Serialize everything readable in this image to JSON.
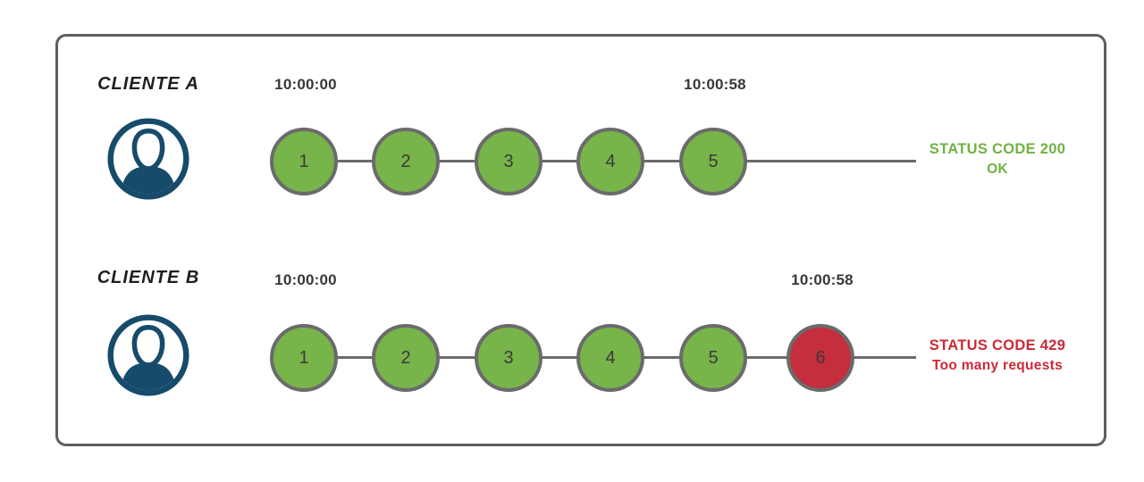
{
  "colors": {
    "green": "#77b44a",
    "red": "#c52e3d",
    "green-text": "#6fb342",
    "red-text": "#cc2936",
    "node-border": "#6b6b6b",
    "line": "#6b6b6b",
    "frame-border": "#5e5e5e",
    "navy": "#174b6b"
  },
  "clients": [
    {
      "name": "CLIENTE A",
      "start_time": "10:00:00",
      "end_time": "10:00:58",
      "requests": [
        {
          "label": "1",
          "state": "ok"
        },
        {
          "label": "2",
          "state": "ok"
        },
        {
          "label": "3",
          "state": "ok"
        },
        {
          "label": "4",
          "state": "ok"
        },
        {
          "label": "5",
          "state": "ok"
        }
      ],
      "status_code_text": "STATUS CODE 200",
      "status_message": "OK"
    },
    {
      "name": "CLIENTE B",
      "start_time": "10:00:00",
      "end_time": "10:00:58",
      "requests": [
        {
          "label": "1",
          "state": "ok"
        },
        {
          "label": "2",
          "state": "ok"
        },
        {
          "label": "3",
          "state": "ok"
        },
        {
          "label": "4",
          "state": "ok"
        },
        {
          "label": "5",
          "state": "ok"
        },
        {
          "label": "6",
          "state": "blocked"
        }
      ],
      "status_code_text": "STATUS CODE 429",
      "status_message": "Too many requests"
    }
  ]
}
